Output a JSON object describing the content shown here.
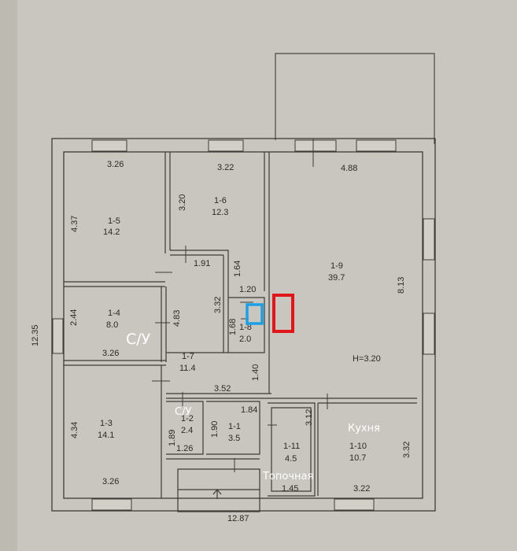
{
  "plan": {
    "overall_width": "12.87",
    "overall_depth": "12.35",
    "ceiling_height": "H=3.20",
    "rooms": [
      {
        "id": "1-1",
        "area": "3.5"
      },
      {
        "id": "1-2",
        "area": "2.4"
      },
      {
        "id": "1-3",
        "area": "14.1"
      },
      {
        "id": "1-4",
        "area": "8.0"
      },
      {
        "id": "1-5",
        "area": "14.2"
      },
      {
        "id": "1-6",
        "area": "12.3"
      },
      {
        "id": "1-7",
        "area": "11.4"
      },
      {
        "id": "1-8",
        "area": "2.0"
      },
      {
        "id": "1-9",
        "area": "39.7"
      },
      {
        "id": "1-10",
        "area": "10.7"
      },
      {
        "id": "1-11",
        "area": "4.5"
      }
    ],
    "dimensions": {
      "r15_width": "3.26",
      "r15_depth": "4.37",
      "r16_width": "3.22",
      "r16_depth": "3.20",
      "r19_width": "4.88",
      "r19_depth": "8.13",
      "r14_width": "3.26",
      "r14_depth": "2.44",
      "r13_depth": "4.34",
      "r13_width": "3.26",
      "r17_a": "1.91",
      "r17_b": "4.83",
      "r17_c": "3.32",
      "r17_d": "3.52",
      "r18_a": "1.64",
      "r18_b": "1.20",
      "r18_c": "1.68",
      "r18_d": "1.40",
      "r12_a": "1.89",
      "r12_b": "1.26",
      "r11_a": "1.84",
      "r11_b": "1.90",
      "r111_a": "3.12",
      "r111_b": "1.45",
      "r110_a": "3.32",
      "r110_b": "3.22"
    },
    "labels": {
      "bath_1": "С/У",
      "bath_2": "С/У",
      "kitchen": "Кухня",
      "boiler": "Топочная"
    },
    "marker_colors": {
      "red": "#e0161b",
      "blue": "#1aa0e6"
    }
  }
}
